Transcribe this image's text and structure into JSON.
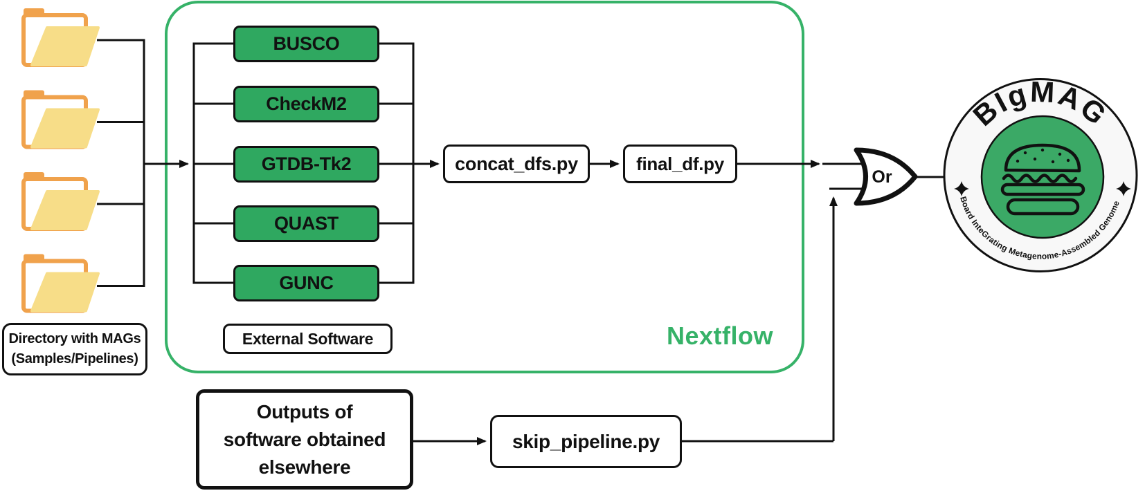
{
  "input": {
    "folder_count": 4,
    "label_line1": "Directory with MAGs",
    "label_line2": "(Samples/Pipelines)"
  },
  "nextflow": {
    "label": "Nextflow",
    "legend": "External Software",
    "tools": [
      "BUSCO",
      "CheckM2",
      "GTDB-Tk2",
      "QUAST",
      "GUNC"
    ],
    "scripts": [
      "concat_dfs.py",
      "final_df.py"
    ]
  },
  "bypass": {
    "line1": "Outputs of",
    "line2": "software obtained",
    "line3": "elsewhere",
    "script": "skip_pipeline.py"
  },
  "gate": {
    "label": "Or"
  },
  "logo": {
    "name": "BIgMAG",
    "subtitle": "Board InteGrating Metagenome-Assembled Genomes"
  },
  "colors": {
    "ink": "#111111",
    "tool_green": "#2FA860",
    "nextflow_green": "#36B268",
    "logo_green": "#3BA966",
    "logo_ring": "#F8F8F8",
    "folder_orange": "#F0A24C",
    "folder_yellow": "#F7DD88"
  }
}
